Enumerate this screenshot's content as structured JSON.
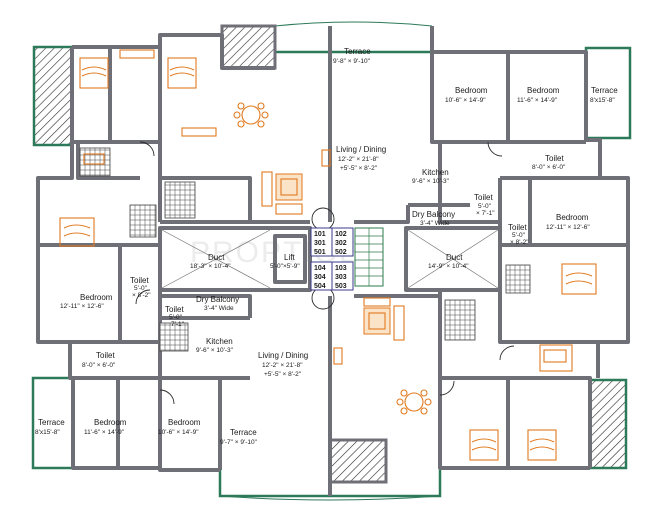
{
  "plan": {
    "watermark": "PROPTIGER",
    "rooms": {
      "terrace_top": {
        "name": "Terrace",
        "dim": "9'-8\" × 9'-10\""
      },
      "bed_tr1": {
        "name": "Bedroom",
        "dim": "10'-6\" × 14'-9\""
      },
      "bed_tr2": {
        "name": "Bedroom",
        "dim": "11'-6\" × 14'-9\""
      },
      "terrace_tr": {
        "name": "Terrace",
        "dim": "8'x15'-8\""
      },
      "living_top": {
        "name": "Living / Dining",
        "dim1": "12'-2\" × 21'-8\"",
        "dim2": "+5'-5\" × 8'-2\""
      },
      "kitchen_top": {
        "name": "Kitchen",
        "dim": "9'-6\" × 10'-3\""
      },
      "toilet_tr": {
        "name": "Toilet",
        "dim": "8'-0\" × 6'-0\""
      },
      "toilet_r1": {
        "name": "Toilet",
        "dim1": "5'-0\"",
        "dim2": "× 7'-1\""
      },
      "balcony_top": {
        "name": "Dry Balcony",
        "dim": "3'-4\" Wide"
      },
      "toilet_r2": {
        "name": "Toilet",
        "dim1": "5'-0\"",
        "dim2": "× 8'-2\""
      },
      "bed_r": {
        "name": "Bedroom",
        "dim": "12'-11\" × 12'-6\""
      },
      "duct_l": {
        "name": "Duct",
        "dim": "18'-3\" × 10'-4\""
      },
      "lift": {
        "name": "Lift",
        "dim": "5'-0\"×5'-9\""
      },
      "duct_r": {
        "name": "Duct",
        "dim": "14'-9\" × 10'-4\""
      },
      "bed_l": {
        "name": "Bedroom",
        "dim": "12'-11\" × 12'-6\""
      },
      "toilet_l1": {
        "name": "Toilet",
        "dim1": "5'-0\"",
        "dim2": "× 8'-2\""
      },
      "toilet_l2": {
        "name": "Toilet",
        "dim1": "5'-0\"",
        "dim2": "7'-1\""
      },
      "balcony_bot": {
        "name": "Dry Balcony",
        "dim": "3'-4\" Wide"
      },
      "kitchen_bot": {
        "name": "Kitchen",
        "dim": "9'-6\" × 10'-3\""
      },
      "living_bot": {
        "name": "Living / Dining",
        "dim1": "12'-2\" × 21'-8\"",
        "dim2": "+5'-5\" × 8'-2\""
      },
      "toilet_bl": {
        "name": "Toilet",
        "dim": "8'-0\" × 6'-0\""
      },
      "terrace_bl": {
        "name": "Terrace",
        "dim": "8'x15'-8\""
      },
      "bed_bl1": {
        "name": "Bedroom",
        "dim": "11'-6\" × 14'-9\""
      },
      "bed_bl2": {
        "name": "Bedroom",
        "dim": "10'-6\" × 14'-9\""
      },
      "terrace_bot": {
        "name": "Terrace",
        "dim": "9'-7\" × 9'-10\""
      }
    },
    "flats": {
      "tl": [
        "101",
        "301",
        "501"
      ],
      "tr": [
        "102",
        "302",
        "502"
      ],
      "bl": [
        "104",
        "304",
        "504"
      ],
      "br": [
        "103",
        "303",
        "503"
      ]
    },
    "colors": {
      "walls": "#6f6f78",
      "terrace": "#2d7a5a",
      "furniture": "#e07a1f",
      "flat_numbers_box": "#3a3a8a"
    }
  }
}
